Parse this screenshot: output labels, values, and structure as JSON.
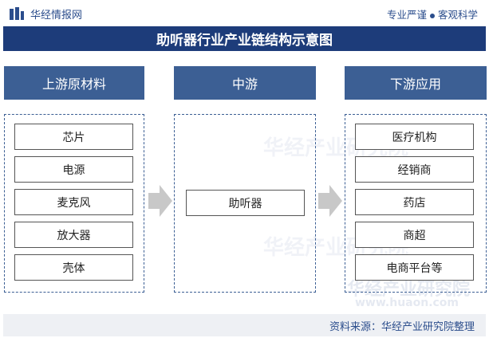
{
  "header": {
    "brand": "华经情报网",
    "slogan_left": "专业严谨",
    "slogan_right": "客观科学"
  },
  "title": "助听器行业产业链结构示意图",
  "columns": {
    "upstream": {
      "label": "上游原材料",
      "items": [
        "芯片",
        "电源",
        "麦克风",
        "放大器",
        "壳体"
      ]
    },
    "midstream": {
      "label": "中游",
      "items": [
        "助听器"
      ]
    },
    "downstream": {
      "label": "下游应用",
      "items": [
        "医疗机构",
        "经销商",
        "药店",
        "商超",
        "电商平台等"
      ]
    }
  },
  "watermark": {
    "cn": "华经产业研究院",
    "url": "www.huaon.com"
  },
  "source": "资料来源：华经产业研究院整理",
  "colors": {
    "title_bg": "#1d3c7a",
    "header_bg": "#3c5f94",
    "arrow": "#c8c8c8",
    "source_bg": "#eef0f4"
  }
}
